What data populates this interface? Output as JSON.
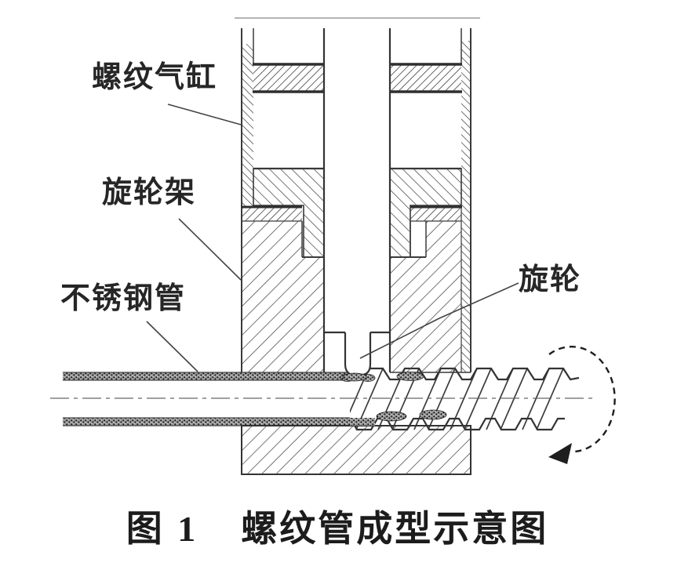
{
  "figure": {
    "type": "technical-cross-section-diagram",
    "labels": {
      "thread_cylinder": "螺纹气缸",
      "wheel_frame": "旋轮架",
      "stainless_tube": "不锈钢管",
      "spinning_wheel": "旋轮"
    },
    "caption": {
      "number": "图 1",
      "title": "螺纹管成型示意图"
    },
    "colors": {
      "ink": "#262626",
      "hatch": "#474747",
      "background": "#ffffff",
      "tube_wall_texture": "#8f8f8f"
    }
  }
}
